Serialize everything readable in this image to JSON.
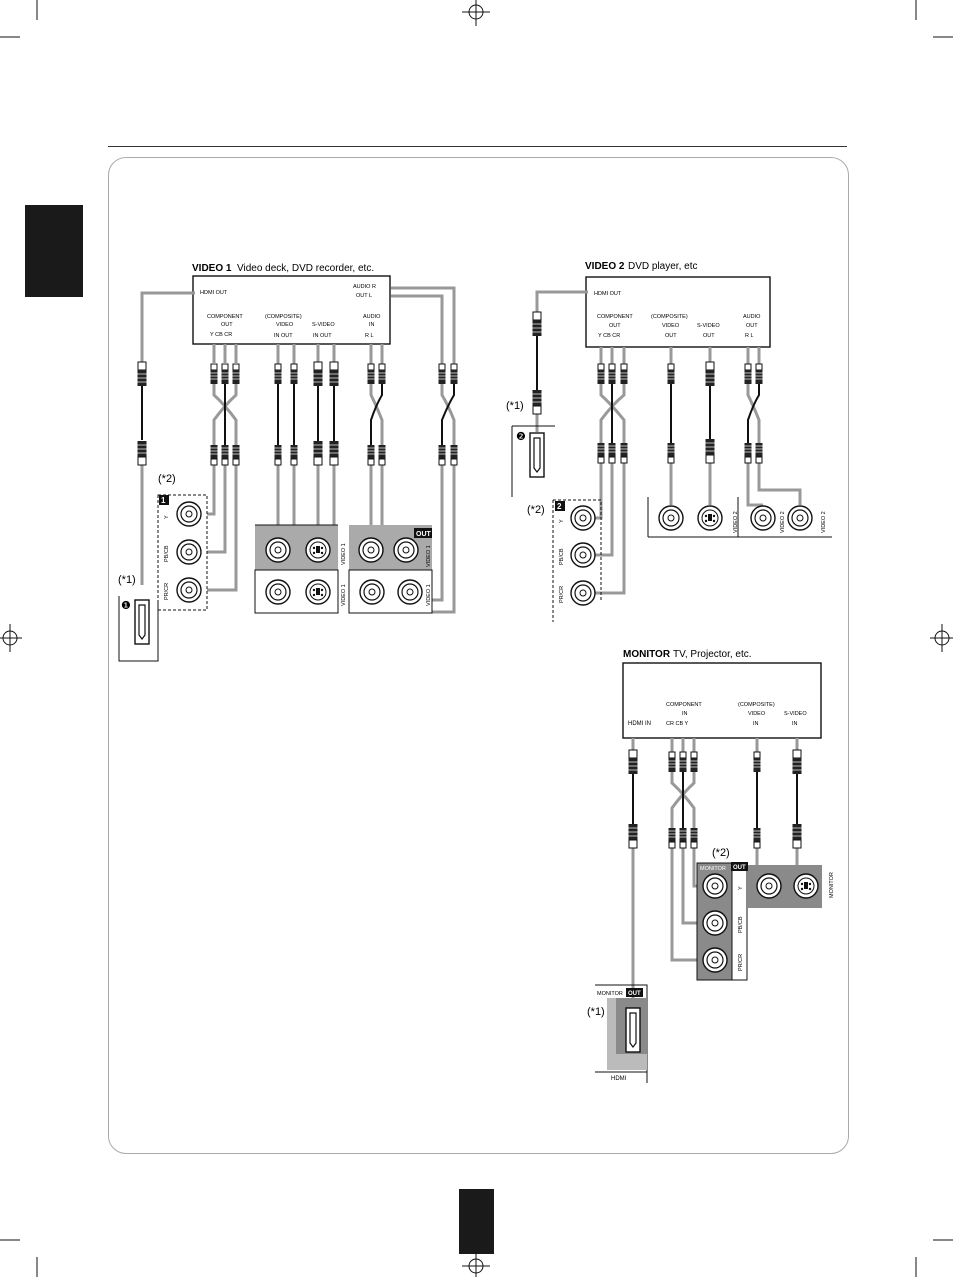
{
  "video1": {
    "title": "VIDEO 1",
    "subtitle": "Video deck, DVD recorder, etc.",
    "hdmi_out": "HDMI OUT",
    "audio_out_a": "AUDIO R",
    "audio_out_b": "OUT L",
    "component_a": "COMPONENT",
    "component_b": "OUT",
    "component_ch": "Y  CB  CR",
    "composite_a": "(COMPOSITE)",
    "composite_b": "VIDEO",
    "composite_c": "IN  OUT",
    "svideo_a": "S-VIDEO",
    "svideo_b": "IN  OUT",
    "audio_in_a": "AUDIO",
    "audio_in_b": "IN",
    "audio_in_c": "R  L",
    "note_component": "(*2)",
    "note_hdmi": "(*1)",
    "badge": "1",
    "hdmi_num": "❶",
    "jack_y": "Y",
    "jack_pb": "PB/CB",
    "jack_pr": "PR/CR",
    "panel_out": "OUT",
    "panel_video1": "VIDEO 1"
  },
  "video2": {
    "title": "VIDEO 2",
    "subtitle": "DVD player,  etc",
    "hdmi_out": "HDMI OUT",
    "component_a": "COMPONENT",
    "component_b": "OUT",
    "component_ch": "Y  CB  CR",
    "composite_a": "(COMPOSITE)",
    "composite_b": "VIDEO",
    "composite_c": "OUT",
    "svideo_a": "S-VIDEO",
    "svideo_b": "OUT",
    "audio_a": "AUDIO",
    "audio_b": "OUT",
    "audio_c": "R  L",
    "note_component": "(*2)",
    "note_hdmi": "(*1)",
    "badge": "2",
    "hdmi_num": "❷",
    "jack_y": "Y",
    "jack_pb": "PB/CB",
    "jack_pr": "PR/CR",
    "panel_video2": "VIDEO 2"
  },
  "monitor": {
    "title": "MONITOR",
    "subtitle": "TV, Projector, etc.",
    "hdmi_in": "HDMI IN",
    "component_a": "COMPONENT",
    "component_b": "IN",
    "component_ch": "CR CB Y",
    "composite_a": "(COMPOSITE)",
    "composite_b": "VIDEO",
    "composite_c": "IN",
    "svideo_a": "S-VIDEO",
    "svideo_b": "IN",
    "note_component": "(*2)",
    "note_hdmi": "(*1)",
    "panel_monitor": "MONITOR",
    "panel_out": "OUT",
    "jack_y": "Y",
    "jack_pb": "PB/CB",
    "jack_pr": "PR/CR",
    "hdmi_label": "HDMI",
    "hdmi_monitor": "MONITOR",
    "hdmi_out": "OUT",
    "side_monitor": "MONITOR"
  }
}
